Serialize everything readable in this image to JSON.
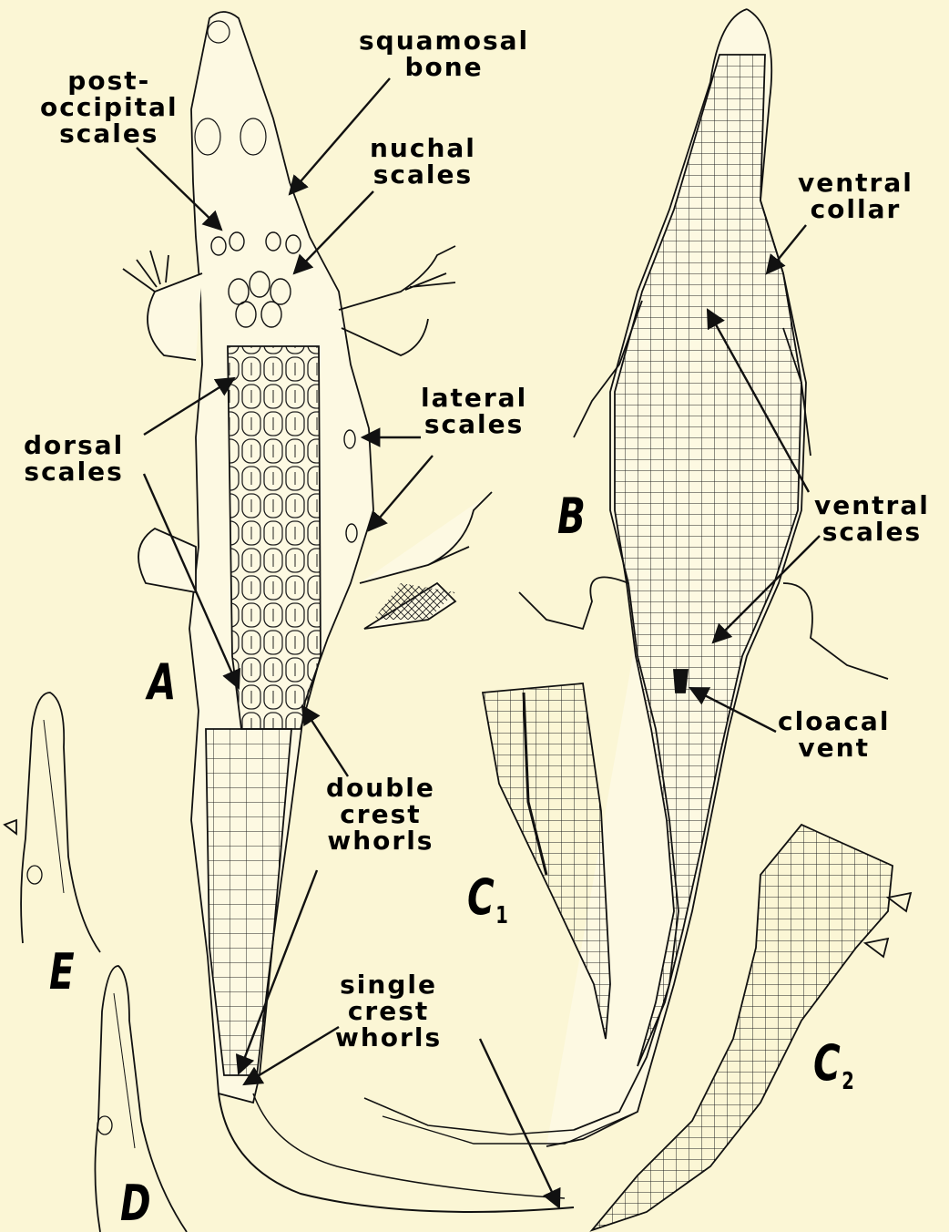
{
  "labels": {
    "post_occipital": [
      "post-",
      "occipital",
      "scales"
    ],
    "squamosal": [
      "squamosal",
      "bone"
    ],
    "nuchal": [
      "nuchal",
      "scales"
    ],
    "ventral_collar": [
      "ventral",
      "collar"
    ],
    "lateral": [
      "lateral",
      "scales"
    ],
    "dorsal": [
      "dorsal",
      "scales"
    ],
    "ventral_scales": [
      "ventral",
      "scales"
    ],
    "cloacal": [
      "cloacal",
      "vent"
    ],
    "double_crest": [
      "double",
      "crest",
      "whorls"
    ],
    "single_crest": [
      "single",
      "crest",
      "whorls"
    ]
  },
  "panels": {
    "a": "A",
    "b": "B",
    "c1": "C",
    "c1_sub": "1",
    "c2": "C",
    "c2_sub": "2",
    "d": "D",
    "e": "E"
  },
  "colors": {
    "background": "#fbf6d5",
    "ink": "#111111"
  }
}
